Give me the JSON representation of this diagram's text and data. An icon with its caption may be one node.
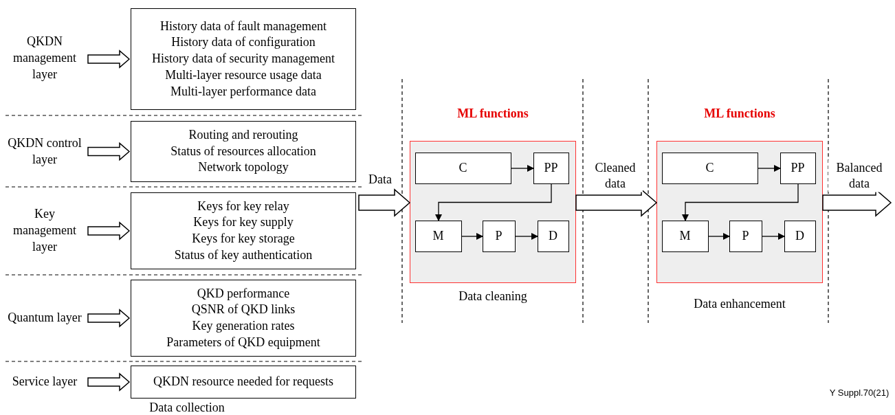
{
  "diagram": {
    "nodes": [
      {
        "text": [
          "QKDN management layer"
        ]
      },
      {
        "text": [
          "History data of fault management",
          "History data of configuration",
          "History data of security management",
          "Multi-layer resource usage data",
          "Multi-layer performance data"
        ]
      },
      {
        "text": [
          "QKDN control layer"
        ]
      },
      {
        "text": [
          "Routing and rerouting",
          "Status of resources allocation",
          "Network topology"
        ]
      },
      {
        "text": [
          "Key management layer"
        ]
      },
      {
        "text": [
          "Keys for key relay",
          "Keys for key supply",
          "Keys for key storage",
          "Status of key authentication"
        ]
      },
      {
        "text": [
          "Quantum layer"
        ]
      },
      {
        "text": [
          "QKD performance",
          "QSNR of QKD links",
          "Key generation rates",
          "Parameters of QKD equipment"
        ]
      },
      {
        "text": [
          "Service layer"
        ]
      },
      {
        "text": [
          "QKDN resource needed for requests"
        ]
      },
      {
        "text": [
          "ML functions"
        ],
        "beside": [
          "Data cleaning"
        ]
      },
      {
        "text": [
          "C"
        ],
        "in": 10
      },
      {
        "text": [
          "PP"
        ],
        "in": 10
      },
      {
        "text": [
          "M"
        ],
        "in": 10
      },
      {
        "text": [
          "P"
        ],
        "in": 10
      },
      {
        "text": [
          "D"
        ],
        "in": 10
      },
      {
        "text": [
          "ML functions"
        ],
        "beside": [
          "Data enhancement"
        ]
      },
      {
        "text": [
          "C"
        ],
        "in": 16
      },
      {
        "text": [
          "PP"
        ],
        "in": 16
      },
      {
        "text": [
          "M"
        ],
        "in": 16
      },
      {
        "text": [
          "P"
        ],
        "in": 16
      },
      {
        "text": [
          "D"
        ],
        "in": 16
      }
    ],
    "edges": [
      {
        "from": 0,
        "to": 1,
        "arrow": "to",
        "style": "thick"
      },
      {
        "from": 2,
        "to": 3,
        "arrow": "to",
        "style": "thick"
      },
      {
        "from": 4,
        "to": 5,
        "arrow": "to",
        "style": "thick"
      },
      {
        "from": 6,
        "to": 7,
        "arrow": "to",
        "style": "thick"
      },
      {
        "from": 8,
        "to": 9,
        "arrow": "to",
        "style": "thick"
      },
      {
        "from": null,
        "to": 10,
        "arrow": "to",
        "style": "thick",
        "label": "Data"
      },
      {
        "from": 10,
        "to": 16,
        "arrow": "to",
        "style": "thick",
        "label": "Cleaned data"
      },
      {
        "from": 16,
        "to": null,
        "arrow": "to",
        "style": "thick",
        "label": "Balanced data"
      },
      {
        "from": 11,
        "to": 12,
        "arrow": "to"
      },
      {
        "from": 12,
        "to": 13,
        "arrow": "to"
      },
      {
        "from": 13,
        "to": 14,
        "arrow": "to"
      },
      {
        "from": 14,
        "to": 15,
        "arrow": "to"
      },
      {
        "from": 17,
        "to": 18,
        "arrow": "to"
      },
      {
        "from": 18,
        "to": 19,
        "arrow": "to"
      },
      {
        "from": 19,
        "to": 20,
        "arrow": "to"
      },
      {
        "from": 20,
        "to": 21,
        "arrow": "to"
      }
    ],
    "labels": [
      "Data collection",
      "Y Suppl.70(21)"
    ]
  }
}
